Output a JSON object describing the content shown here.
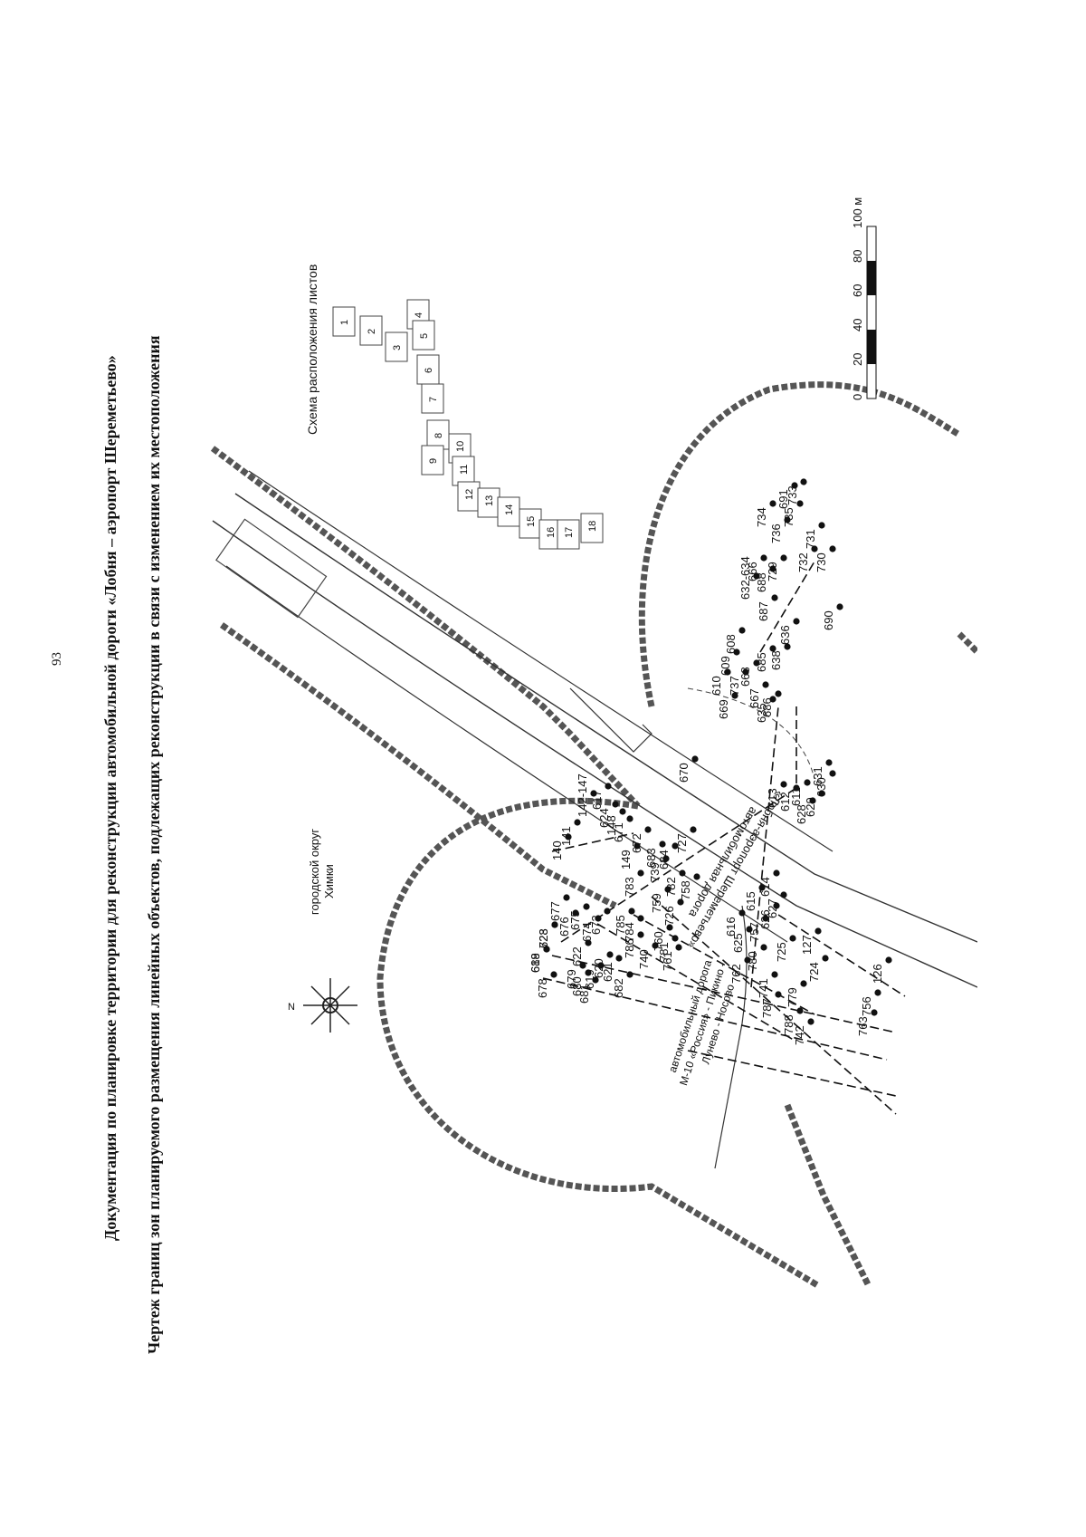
{
  "page_number": "93",
  "title_line_1": "Документация по планировке территории для реконструкции автомобильной дороги «Лобня – аэропорт Шереметьево»",
  "title_line_2": "Чертеж границ зон планируемого размещения линейных объектов, подлежащих реконструкции в связи с изменением их местоположения",
  "map": {
    "district_label_1": "городской округ",
    "district_label_2": "Химки",
    "road_label_1": "автомобильная дорога",
    "road_label_2": "«Лобня-аэропорт Шереметьево»",
    "m10_label_1": "автомобильный дорога",
    "m10_label_2": "М-10 «Россия» - Пикино -",
    "m10_label_3": "Лунево - Носово",
    "inset_title": "Схема расположения листов",
    "inset_sheets": [
      "1",
      "2",
      "3",
      "4",
      "5",
      "6",
      "7",
      "8",
      "9",
      "10",
      "11",
      "12",
      "13",
      "14",
      "15",
      "16",
      "17",
      "18"
    ],
    "scale_ticks": [
      "0",
      "20",
      "40",
      "60",
      "80",
      "100 м"
    ],
    "compass_label": "N",
    "point_labels": [
      "618",
      "623",
      "677",
      "678",
      "676",
      "675",
      "674",
      "673",
      "622",
      "679",
      "680",
      "681",
      "619",
      "620",
      "621",
      "682",
      "140",
      "141",
      "142-147",
      "617",
      "624",
      "148",
      "671",
      "149",
      "672",
      "683",
      "684",
      "727",
      "783",
      "739",
      "759",
      "758",
      "782",
      "726",
      "785",
      "784",
      "786",
      "740",
      "760",
      "781",
      "761",
      "616",
      "615",
      "614",
      "627",
      "626",
      "757",
      "625",
      "762",
      "780",
      "741",
      "725",
      "127",
      "724",
      "787",
      "779",
      "788",
      "742",
      "763",
      "756",
      "126",
      "670",
      "613",
      "612",
      "611",
      "628",
      "629",
      "630",
      "631",
      "669",
      "610",
      "609",
      "608",
      "632-634",
      "666",
      "737",
      "668",
      "667",
      "635",
      "686",
      "685",
      "638",
      "636",
      "687",
      "688",
      "729",
      "736",
      "734",
      "735",
      "691",
      "733",
      "732",
      "731",
      "730",
      "690",
      "689",
      "728"
    ]
  }
}
